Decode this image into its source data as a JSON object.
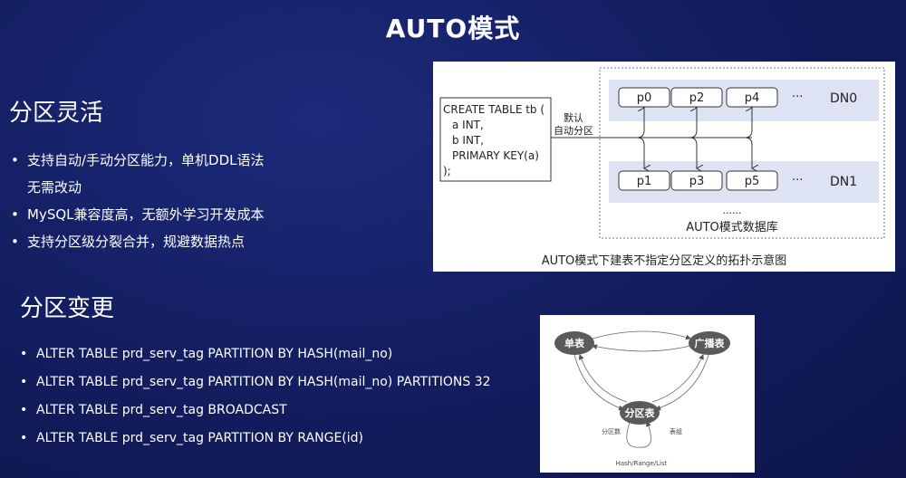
{
  "slide": {
    "title": "AUTO模式",
    "section1": {
      "heading": "分区灵活",
      "bullets": [
        "支持自动/手动分区能力，单机DDL语法",
        "无需改动",
        "MySQL兼容度高，无额外学习开发成本",
        "支持分区级分裂合并，规避数据热点"
      ]
    },
    "section2": {
      "heading": "分区变更",
      "commands": [
        "ALTER TABLE prd_serv_tag PARTITION BY HASH(mail_no)",
        "ALTER TABLE prd_serv_tag PARTITION BY HASH(mail_no) PARTITIONS 32",
        "ALTER TABLE  prd_serv_tag BROADCAST",
        "ALTER TABLE prd_serv_tag PARTITION BY RANGE(id)"
      ]
    }
  },
  "diagram1": {
    "sql": [
      "CREATE TABLE tb (",
      "a INT,",
      "b INT,",
      "PRIMARY KEY(a)",
      ");"
    ],
    "arrow_label": [
      "默认",
      "自动分区"
    ],
    "dn0": {
      "label": "DN0",
      "partitions": [
        "p0",
        "p2",
        "p4"
      ]
    },
    "dn1": {
      "label": "DN1",
      "partitions": [
        "p1",
        "p3",
        "p5"
      ]
    },
    "ellipsis_h": "···",
    "ellipsis_v": "......",
    "db_label": "AUTO模式数据库",
    "caption": "AUTO模式下建表不指定分区定义的拓扑示意图"
  },
  "diagram2": {
    "nodes": {
      "single": "单表",
      "broadcast": "广播表",
      "partitioned": "分区表"
    },
    "edge_labels": {
      "left": "分区数",
      "right": "表组"
    },
    "bottom_label": "Hash/Range/List"
  }
}
